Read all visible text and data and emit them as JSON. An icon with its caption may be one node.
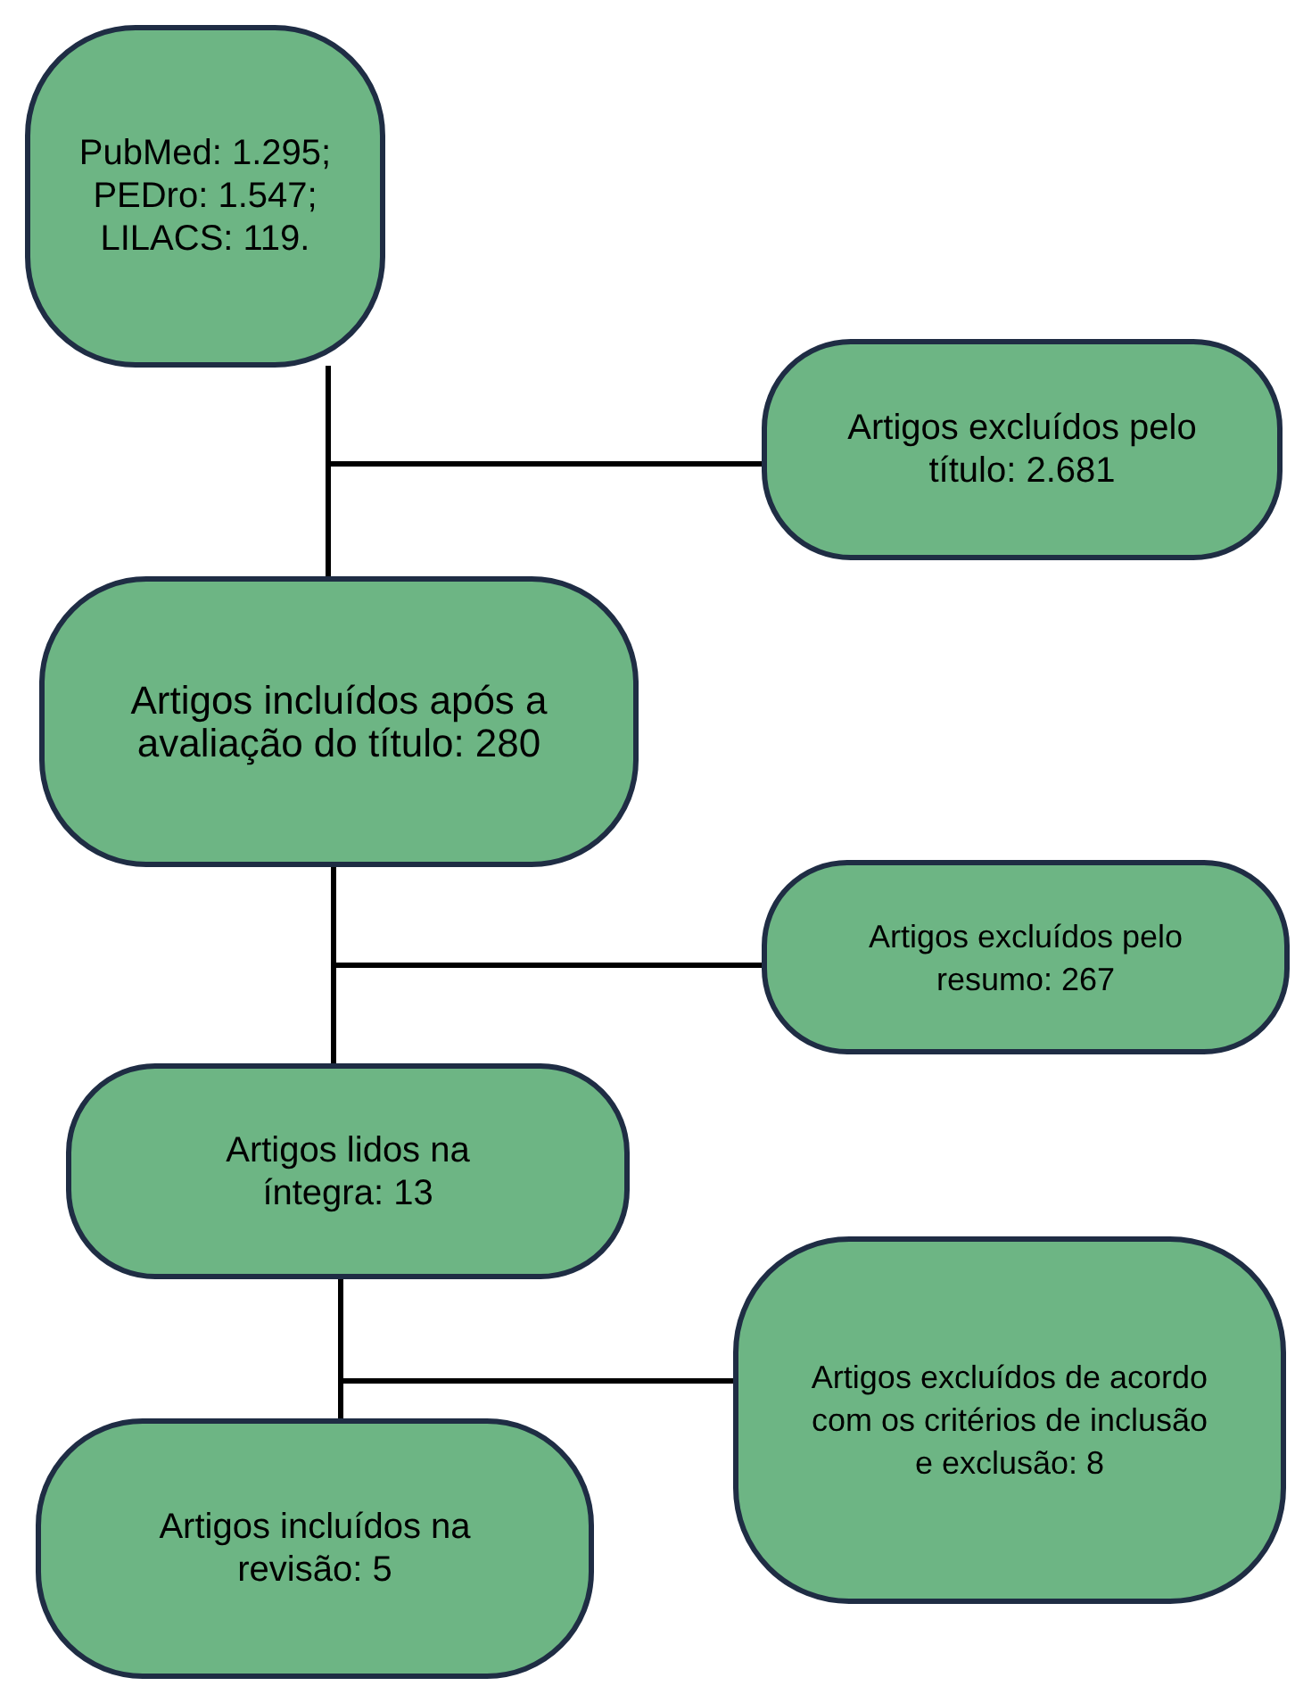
{
  "diagram": {
    "nodes": [
      {
        "text": [
          "PubMed: 1.295; PEDro: 1.547; LILACS: 119."
        ]
      },
      {
        "text": [
          "Artigos excluídos pelo título: 2.681"
        ]
      },
      {
        "text": [
          "Artigos incluídos após a avaliação do título: 280"
        ]
      },
      {
        "text": [
          "Artigos excluídos pelo resumo: 267"
        ]
      },
      {
        "text": [
          "Artigos lidos na íntegra: 13"
        ]
      },
      {
        "text": [
          "Artigos excluídos de acordo com os critérios de inclusão e exclusão: 8"
        ]
      },
      {
        "text": [
          "Artigos incluídos na revisão: 5"
        ]
      }
    ],
    "edges": [
      {
        "from": 0,
        "to": 2,
        "arrow": "none"
      },
      {
        "from": 0,
        "to": 1,
        "arrow": "none"
      },
      {
        "from": 2,
        "to": 4,
        "arrow": "none"
      },
      {
        "from": 2,
        "to": 3,
        "arrow": "none"
      },
      {
        "from": 4,
        "to": 6,
        "arrow": "none"
      },
      {
        "from": 4,
        "to": 5,
        "arrow": "none"
      }
    ]
  }
}
